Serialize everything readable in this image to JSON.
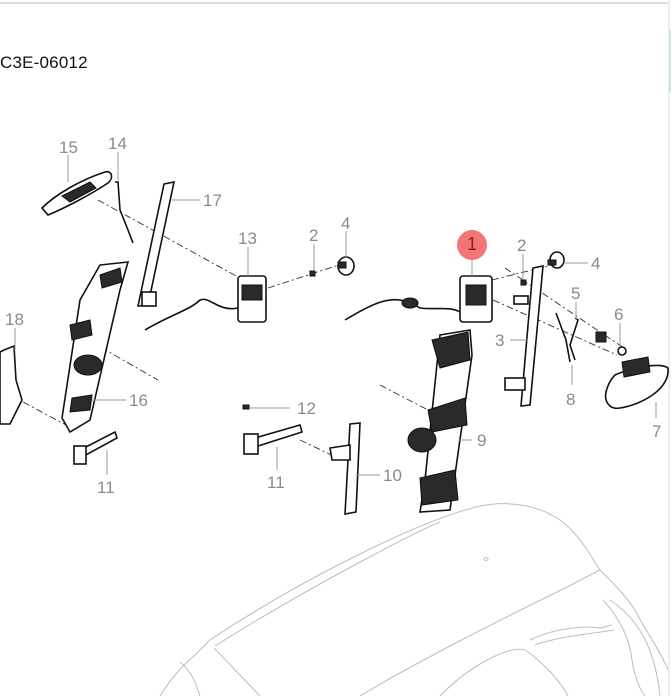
{
  "diagram": {
    "title": "C3E-06012",
    "highlighted_callout": "1",
    "highlight_color": "#f26b6b",
    "callouts": [
      {
        "id": "c15",
        "label": "15"
      },
      {
        "id": "c14",
        "label": "14"
      },
      {
        "id": "c17",
        "label": "17"
      },
      {
        "id": "c13",
        "label": "13"
      },
      {
        "id": "c2a",
        "label": "2"
      },
      {
        "id": "c4a",
        "label": "4"
      },
      {
        "id": "c18",
        "label": "18"
      },
      {
        "id": "c16",
        "label": "16"
      },
      {
        "id": "c11a",
        "label": "11"
      },
      {
        "id": "c12",
        "label": "12"
      },
      {
        "id": "c11b",
        "label": "11"
      },
      {
        "id": "c10",
        "label": "10"
      },
      {
        "id": "c9",
        "label": "9"
      },
      {
        "id": "c1",
        "label": "1"
      },
      {
        "id": "c2b",
        "label": "2"
      },
      {
        "id": "c4b",
        "label": "4"
      },
      {
        "id": "c5",
        "label": "5"
      },
      {
        "id": "c3",
        "label": "3"
      },
      {
        "id": "c6",
        "label": "6"
      },
      {
        "id": "c8",
        "label": "8"
      },
      {
        "id": "c7",
        "label": "7"
      }
    ]
  }
}
